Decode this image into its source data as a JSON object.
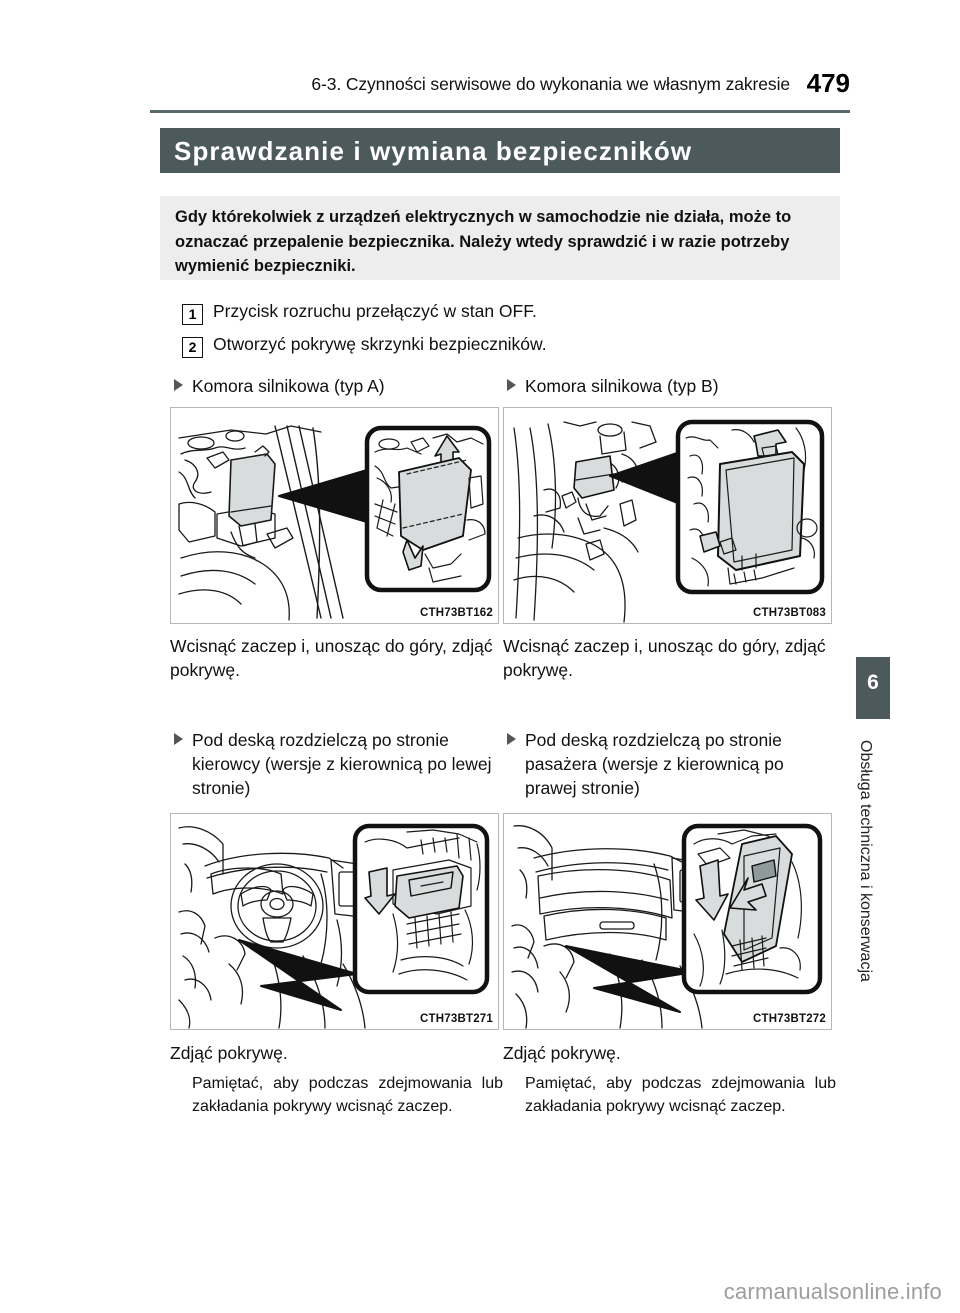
{
  "header": {
    "breadcrumb": "6-3. Czynności serwisowe do wykonania we własnym zakresie",
    "page_number": "479",
    "rule_color": "#58686b"
  },
  "section": {
    "title": "Sprawdzanie i wymiana bezpieczników",
    "title_bar_color": "#4c5a5c"
  },
  "notice": {
    "text": "Gdy którekolwiek z urządzeń elektrycznych w samochodzie nie działa, może to oznaczać przepalenie bezpiecznika. Należy wtedy sprawdzić i w razie potrzeby wymienić bezpieczniki.",
    "background": "#ededed"
  },
  "steps": [
    {
      "num": "1",
      "text": "Przycisk rozruchu przełączyć w stan OFF."
    },
    {
      "num": "2",
      "text": "Otworzyć pokrywę skrzynki bezpieczników."
    }
  ],
  "blocks": {
    "engine_a": {
      "heading": "Komora silnikowa (typ A)",
      "figure_code": "CTH73BT162",
      "caption": "Wcisnąć zaczep i, unosząc do góry, zdjąć pokrywę."
    },
    "engine_b": {
      "heading": "Komora silnikowa (typ B)",
      "figure_code": "CTH73BT083",
      "caption": "Wcisnąć zaczep i, unosząc do góry, zdjąć pokrywę."
    },
    "dash_driver": {
      "heading": "Pod deską rozdzielczą po stronie kierowcy (wersje z kierownicą po lewej stronie)",
      "figure_code": "CTH73BT271",
      "caption": "Zdjąć pokrywę.",
      "note": "Pamiętać, aby podczas zdejmowania lub zakładania pokrywy wcisnąć zaczep."
    },
    "dash_passenger": {
      "heading": "Pod deską rozdzielczą po stronie pasażera (wersje z kierownicą po prawej stronie)",
      "figure_code": "CTH73BT272",
      "caption": "Zdjąć pokrywę.",
      "note": "Pamiętać, aby podczas zdejmowania lub zakładania pokrywy wcisnąć zaczep."
    }
  },
  "chapter_tab": {
    "number": "6",
    "label": "Obsługa techniczna i konserwacja",
    "color": "#4c5a5c"
  },
  "watermark": {
    "text": "carmanualsonline.info",
    "color": "#9d9d9d"
  }
}
